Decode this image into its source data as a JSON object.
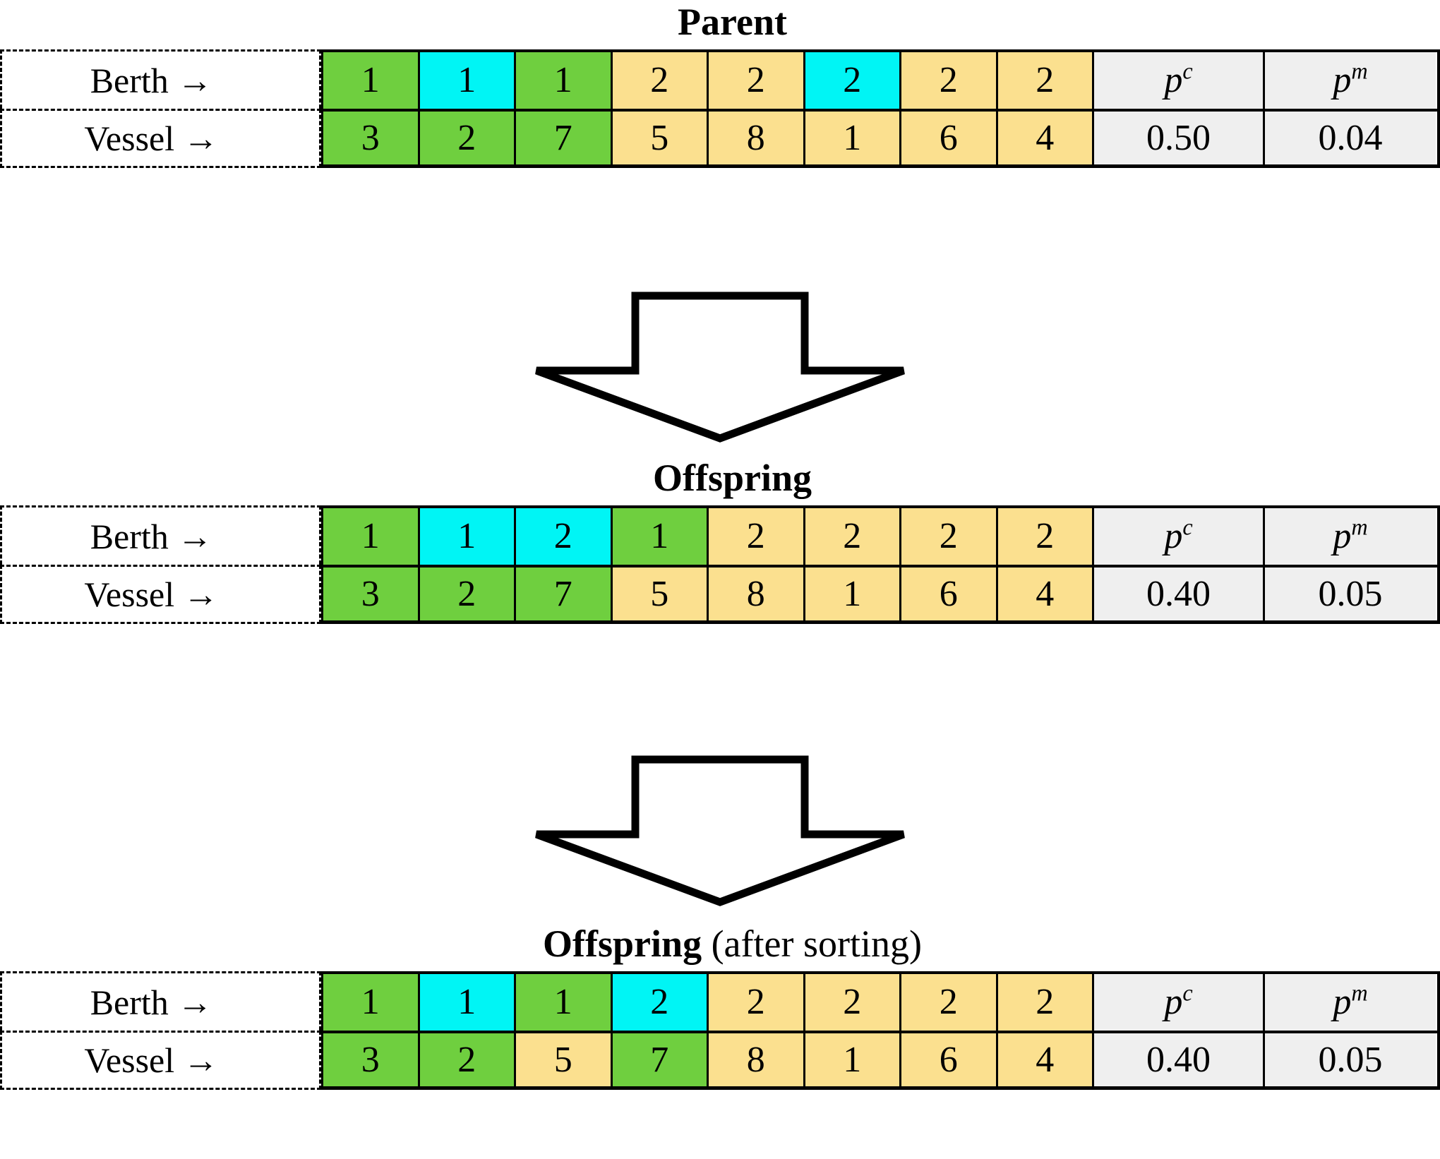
{
  "diagram": {
    "row_labels": {
      "berth": "Berth →",
      "vessel": "Vessel →"
    },
    "prob_headers": {
      "crossover": "p",
      "crossover_sup": "c",
      "mutation": "p",
      "mutation_sup": "m"
    },
    "colors": {
      "green": "#6FCF3F",
      "cyan": "#00F5F5",
      "yellow": "#FBE08F",
      "grey": "#EFEFEF",
      "border": "#000000"
    },
    "blocks": [
      {
        "id": "parent",
        "title": "Parent",
        "title_suffix": "",
        "berth": {
          "values": [
            "1",
            "1",
            "1",
            "2",
            "2",
            "2",
            "2",
            "2"
          ],
          "colors": [
            "green",
            "cyan",
            "green",
            "yellow",
            "yellow",
            "cyan",
            "yellow",
            "yellow"
          ]
        },
        "vessel": {
          "values": [
            "3",
            "2",
            "7",
            "5",
            "8",
            "1",
            "6",
            "4"
          ],
          "colors": [
            "green",
            "green",
            "green",
            "yellow",
            "yellow",
            "yellow",
            "yellow",
            "yellow"
          ]
        },
        "pc": "0.50",
        "pm": "0.04"
      },
      {
        "id": "offspring",
        "title": "Offspring",
        "title_suffix": "",
        "berth": {
          "values": [
            "1",
            "1",
            "2",
            "1",
            "2",
            "2",
            "2",
            "2"
          ],
          "colors": [
            "green",
            "cyan",
            "cyan",
            "green",
            "yellow",
            "yellow",
            "yellow",
            "yellow"
          ]
        },
        "vessel": {
          "values": [
            "3",
            "2",
            "7",
            "5",
            "8",
            "1",
            "6",
            "4"
          ],
          "colors": [
            "green",
            "green",
            "green",
            "yellow",
            "yellow",
            "yellow",
            "yellow",
            "yellow"
          ]
        },
        "pc": "0.40",
        "pm": "0.05"
      },
      {
        "id": "offspring-sorted",
        "title": "Offspring",
        "title_suffix": " (after sorting)",
        "berth": {
          "values": [
            "1",
            "1",
            "1",
            "2",
            "2",
            "2",
            "2",
            "2"
          ],
          "colors": [
            "green",
            "cyan",
            "green",
            "cyan",
            "yellow",
            "yellow",
            "yellow",
            "yellow"
          ]
        },
        "vessel": {
          "values": [
            "3",
            "2",
            "5",
            "7",
            "8",
            "1",
            "6",
            "4"
          ],
          "colors": [
            "green",
            "green",
            "yellow",
            "green",
            "yellow",
            "yellow",
            "yellow",
            "yellow"
          ]
        },
        "pc": "0.40",
        "pm": "0.05"
      }
    ],
    "arrows": [
      {
        "id": "arrow-parent-to-offspring",
        "name": "down-arrow-icon"
      },
      {
        "id": "arrow-offspring-to-sorted",
        "name": "down-arrow-icon"
      }
    ]
  }
}
